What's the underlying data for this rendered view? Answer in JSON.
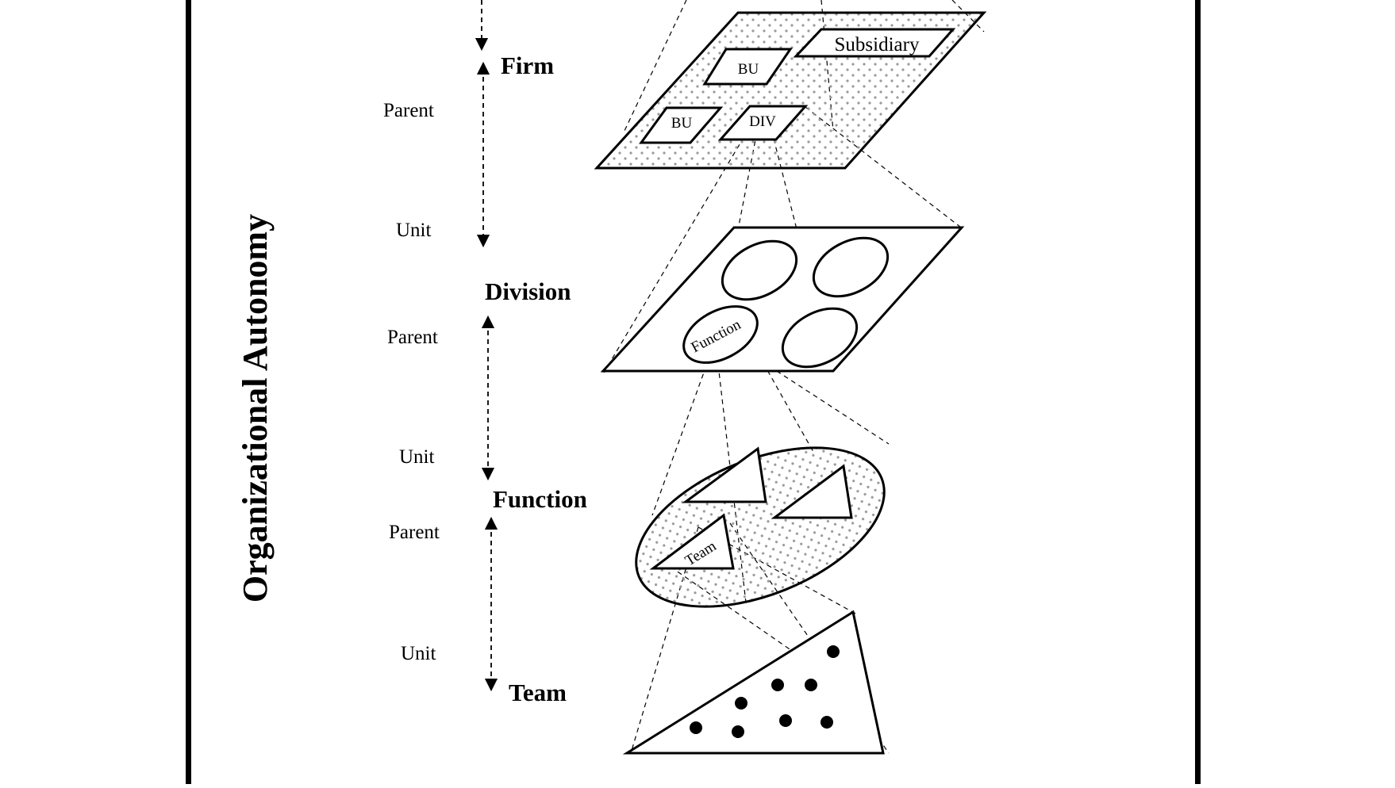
{
  "axis_title": "Organizational Autonomy",
  "levels": {
    "firm": "Firm",
    "division": "Division",
    "function": "Function",
    "team": "Team"
  },
  "scale": {
    "parent": "Parent",
    "unit": "Unit"
  },
  "firm_units": {
    "subsidiary": "Subsidiary",
    "bu": "BU",
    "div": "DIV"
  },
  "division_units": {
    "function": "Function"
  },
  "function_units": {
    "team": "Team"
  },
  "colors": {
    "ink": "#000000",
    "stipple": "#9a9a9a",
    "background": "#ffffff"
  }
}
